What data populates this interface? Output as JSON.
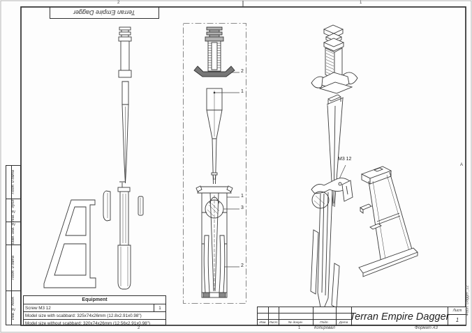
{
  "stamps": {
    "top_left_title": "Terran Empire Dagger",
    "file_label": "Файл: Dagger_12",
    "zone_a": "A",
    "fold_top_left": "2",
    "fold_top_right": "1",
    "fold_bottom_left": "2",
    "fold_bottom_right": "1",
    "copy_label": "Копировал",
    "format_label": "Формат А3"
  },
  "side_columns": [
    {
      "label": "Подп. и дата"
    },
    {
      "label": "Инв. № дубл."
    },
    {
      "label": "Взам. инв. №"
    },
    {
      "label": "Подп. и дата"
    },
    {
      "label": "Инв. № подл."
    }
  ],
  "equipment_table": {
    "title": "Equipment",
    "rows": [
      {
        "name": "Screw M3 12",
        "qty": "1"
      },
      {
        "name": "Model size with scabbard: 325x74x26mm (12.8x2.91x0.98\")",
        "qty": ""
      },
      {
        "name": "Model size without scabbard: 320x74x26mm (12.56x2.91x0.98\")",
        "qty": ""
      }
    ]
  },
  "title_block": {
    "title": "Terran Empire Dagger",
    "columns": [
      "Изм.",
      "Лист",
      "№ докум.",
      "Подп.",
      "Дата"
    ],
    "sheet_label": "Лист",
    "sheet_number": "1"
  },
  "callouts": {
    "one": "1",
    "two": "2",
    "three": "3",
    "screw_label": "M3 12"
  }
}
